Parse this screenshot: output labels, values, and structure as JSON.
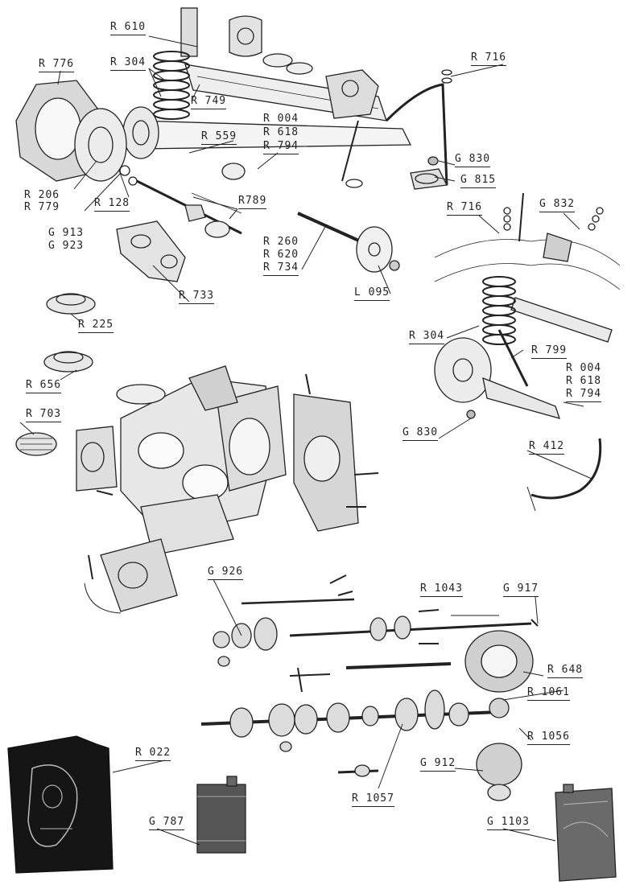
{
  "labels": {
    "r610": "R 610",
    "r776": "R 776",
    "r304a": "R 304",
    "r749": "R 749",
    "r559": "R 559",
    "r004a": "R 004",
    "r618a": "R 618",
    "r794a": "R 794",
    "r716a": "R 716",
    "g830a": "G 830",
    "g815": "G 815",
    "r206": "R 206",
    "r779": "R 779",
    "r128": "R 128",
    "r789": "R789",
    "g913": "G 913",
    "g923": "G 923",
    "r260": "R 260",
    "r620": "R 620",
    "r734": "R 734",
    "l095": "L 095",
    "r716b": "R 716",
    "g832": "G 832",
    "r733": "R 733",
    "r225": "R 225",
    "r304b": "R 304",
    "r799": "R 799",
    "r004b": "R 004",
    "r618b": "R 618",
    "r794b": "R 794",
    "r656": "R 656",
    "r703": "R 703",
    "g830b": "G 830",
    "r412": "R 412",
    "g926": "G 926",
    "r1043": "R 1043",
    "g917": "G 917",
    "r648": "R 648",
    "r1061": "R 1061",
    "r1056": "R 1056",
    "r022": "R 022",
    "g912": "G 912",
    "r1057": "R 1057",
    "g787": "G 787",
    "g1103": "G 1103"
  },
  "colors": {
    "ink": "#222222",
    "paper": "#ffffff",
    "shade": "#555555",
    "dark": "#151515"
  }
}
